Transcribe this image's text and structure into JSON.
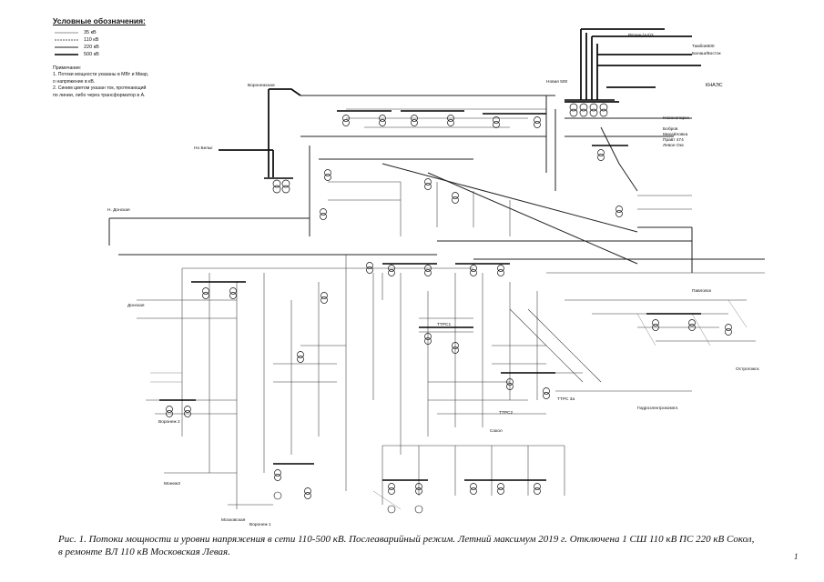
{
  "legend": {
    "title": "Условные обозначения:",
    "voltages": [
      "35 кВ",
      "110 кВ",
      "220 кВ",
      "500 кВ"
    ]
  },
  "notes": {
    "heading": "Примечание:",
    "lines": [
      "1. Потоки мощности указаны в МВт и Мвар,",
      "о напряжение в кВ.",
      "2. Синим цветом указан ток, протекающий",
      "по линии, либо через трансформатор в А."
    ]
  },
  "station_labels": {
    "ryazan": "Рязань(Ал)3",
    "knaes": "КНАЭС",
    "tambov": "Тамбов500",
    "balashov": "Балаш/Восток",
    "noyabr": "Новая 500",
    "voronezhskaya": "Воронежская",
    "bobrov": "Бобров",
    "novo_bely": "Но Белыi",
    "novoborisov": "Новохоперск",
    "n_don": "Н. Донская",
    "donskaya": "Донская",
    "mikhailovka": "Михайловка",
    "ostrogozhsk": "Острогожск",
    "pravo": "Правт 474",
    "levo": "Левое Окс",
    "pavlovsk": "Павловск",
    "gidro": "Гидроэлектрокомпл.",
    "voronezh2": "Воронеж 2",
    "mosk": "Московская",
    "monezh": "Монеж3",
    "voronezh1": "Воронеж 1",
    "sokol": "Сокол",
    "ttpc1": "ТТРС1",
    "ttpc2": "ТТРС2",
    "ttpc3": "ТТРС 3а"
  },
  "caption": {
    "line1": "Рис. 1. Потоки мощности и уровни напряжения в сети 110-500 кВ. Послеаварийный режим. Летний максимум 2019 г. Отключена 1 СШ 110 кВ ПС 220 кВ Сокол,",
    "line2": "в ремонте ВЛ 110 кВ Московская Левая."
  },
  "page_number": "1"
}
